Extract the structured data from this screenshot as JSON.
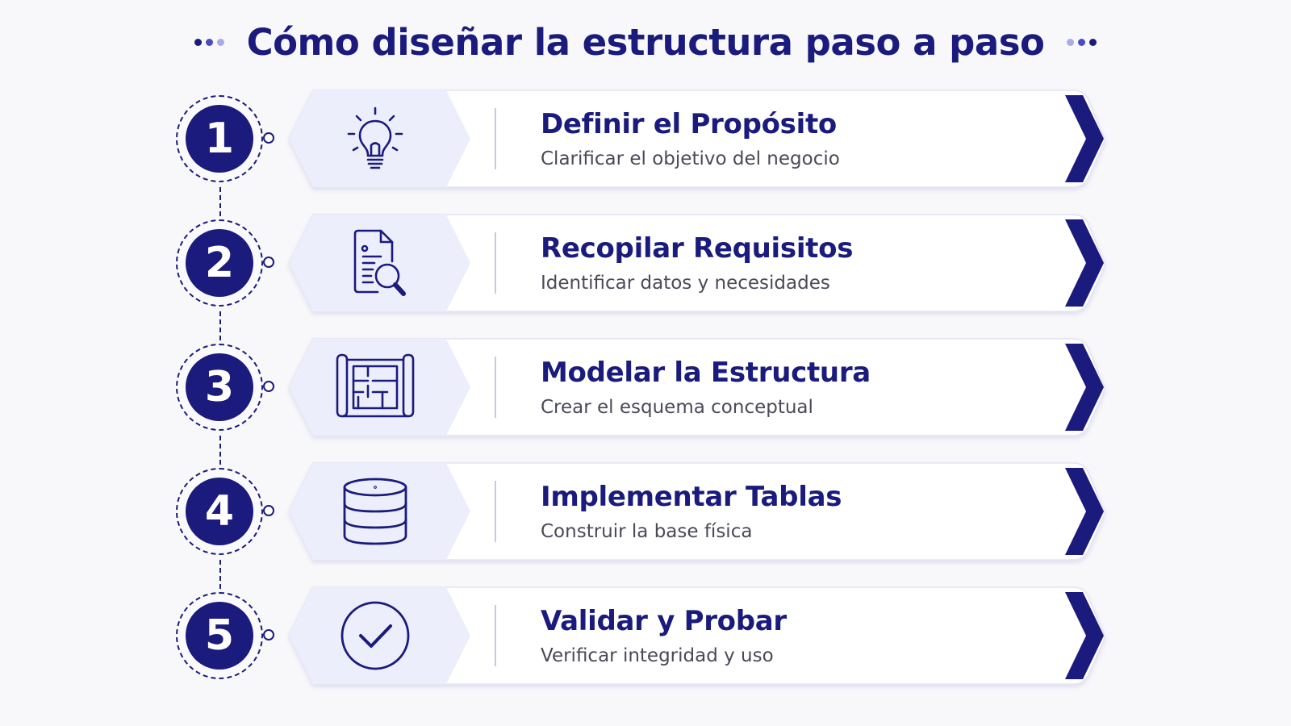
{
  "title": "Cómo diseñar la estructura paso a paso",
  "colors": {
    "primary": "#1a1b7c",
    "icon_panel": "#eceefb",
    "card_bg": "#ffffff",
    "subtitle": "#4a4a58",
    "background": "#f8f8fb"
  },
  "steps": [
    {
      "number": "1",
      "title": "Definir el Propósito",
      "subtitle": "Clarificar el objetivo del negocio",
      "icon": "lightbulb-icon"
    },
    {
      "number": "2",
      "title": "Recopilar Requisitos",
      "subtitle": "Identificar datos y necesidades",
      "icon": "document-search-icon"
    },
    {
      "number": "3",
      "title": "Modelar la Estructura",
      "subtitle": "Crear el esquema conceptual",
      "icon": "blueprint-icon"
    },
    {
      "number": "4",
      "title": "Implementar Tablas",
      "subtitle": "Construir la base física",
      "icon": "database-icon"
    },
    {
      "number": "5",
      "title": "Validar y Probar",
      "subtitle": "Verificar integridad y uso",
      "icon": "check-circle-icon"
    }
  ]
}
